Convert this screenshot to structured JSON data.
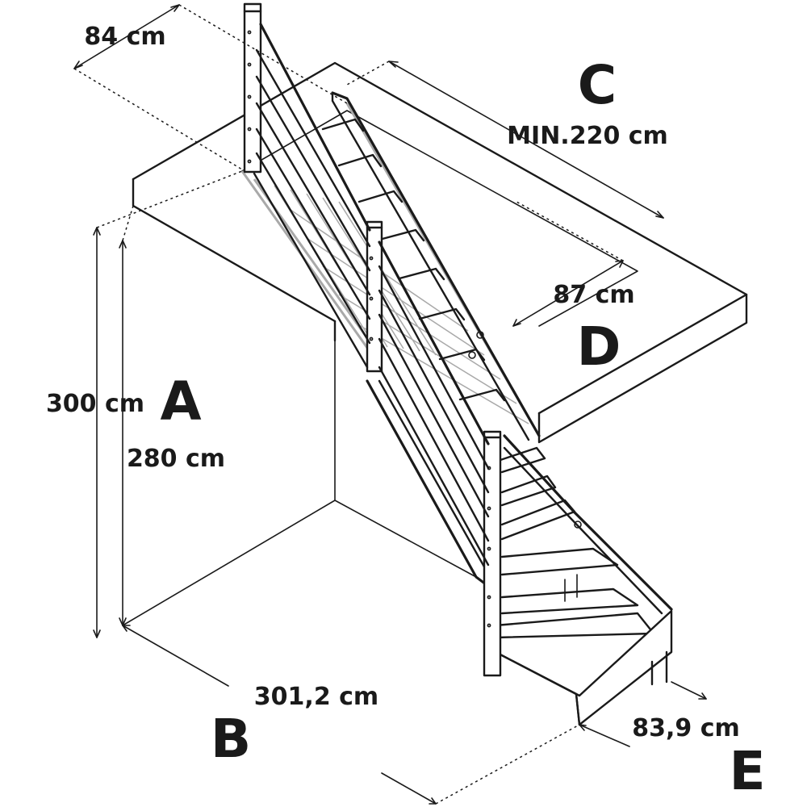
{
  "labels": {
    "letter_a": "A",
    "letter_b": "B",
    "letter_c": "C",
    "letter_d": "D",
    "letter_e": "E",
    "dim_total_height": "300 cm",
    "dim_floor_height": "280 cm",
    "dim_length": "301,2 cm",
    "dim_opening_length": "MIN.220 cm",
    "dim_opening_width": "87 cm",
    "dim_top_width": "84 cm",
    "dim_bottom_width": "83,9 cm"
  },
  "colors": {
    "line": "#1a1a1a",
    "ghost": "#a9a9a9",
    "background": "#ffffff"
  }
}
